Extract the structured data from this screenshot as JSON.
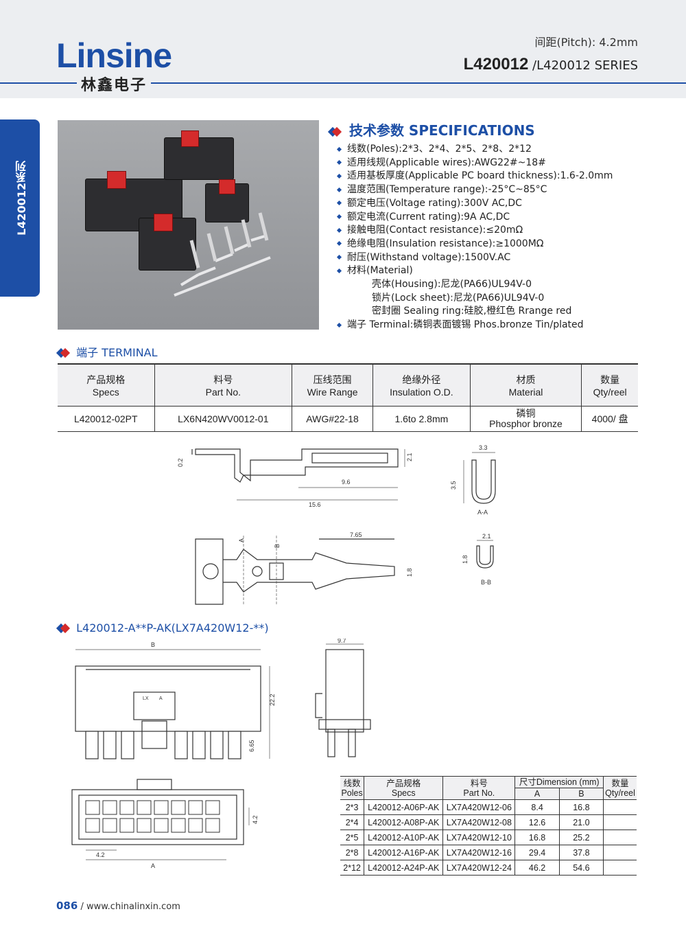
{
  "header": {
    "logo": "Linsine",
    "logo_sub": "林鑫电子",
    "pitch": "间距(Pitch): 4.2mm",
    "series_bold": "L420012",
    "series_rest": " /L420012 SERIES"
  },
  "side_tab": "L420012系列",
  "specs": {
    "title": "技术参数 SPECIFICATIONS",
    "items": [
      "线数(Poles):2*3、2*4、2*5、2*8、2*12",
      "适用线规(Applicable wires):AWG22#~18#",
      "适用基板厚度(Applicable PC board thickness):1.6-2.0mm",
      "温度范围(Temperature range):-25°C~85°C",
      "额定电压(Voltage rating):300V AC,DC",
      "额定电流(Current rating):9A AC,DC",
      "接触电阻(Contact resistance):≤20mΩ",
      "绝缘电阻(Insulation resistance):≥1000MΩ",
      "耐压(Withstand voltage):1500V.AC",
      "材料(Material)"
    ],
    "materials": [
      "壳体(Housing):尼龙(PA66)UL94V-0",
      "锁片(Lock sheet):尼龙(PA66)UL94V-0",
      "密封圈 Sealing ring:硅胶,橙红色 Rrange red"
    ],
    "terminal": "端子 Terminal:磷铜表面镀锡 Phos.bronze Tin/plated"
  },
  "terminal_section": {
    "title": "端子 TERMINAL",
    "headers": [
      [
        "产品规格",
        "Specs"
      ],
      [
        "料号",
        "Part No."
      ],
      [
        "压线范围",
        "Wire Range"
      ],
      [
        "绝缘外径",
        "Insulation O.D."
      ],
      [
        "材质",
        "Material"
      ],
      [
        "数量",
        "Qty/reel"
      ]
    ],
    "row": [
      "L420012-02PT",
      "LX6N420WV0012-01",
      "AWG#22-18",
      "1.6to 2.8mm",
      "磷铜",
      "Phosphor bronze",
      "4000/ 盘"
    ]
  },
  "terminal_dims": {
    "d1": "0.2",
    "d2": "2.1",
    "d3": "9.6",
    "d4": "15.6",
    "d5": "3.3",
    "d6": "3.5",
    "aa": "A-A",
    "d7": "7.65",
    "d8": "1.8",
    "a": "A",
    "b": "B",
    "d9": "2.1",
    "d10": "1.8",
    "bb": "B-B"
  },
  "housing_section": {
    "title": "L420012-A**P-AK(LX7A420W12-**)",
    "dims": {
      "b": "B",
      "w": "9.7",
      "h1": "22.2",
      "h2": "6.65",
      "p": "4.2",
      "p2": "4.2",
      "a": "A",
      "lx": "LX",
      "la": "A"
    }
  },
  "housing_table": {
    "headers": {
      "poles": [
        "线数",
        "Poles"
      ],
      "specs": [
        "产品规格",
        "Specs"
      ],
      "part": [
        "料号",
        "Part No."
      ],
      "dim": "尺寸Dimension (mm)",
      "a": "A",
      "b": "B",
      "qty": [
        "数量",
        "Qty/reel"
      ]
    },
    "rows": [
      [
        "2*3",
        "L420012-A06P-AK",
        "LX7A420W12-06",
        "8.4",
        "16.8",
        ""
      ],
      [
        "2*4",
        "L420012-A08P-AK",
        "LX7A420W12-08",
        "12.6",
        "21.0",
        ""
      ],
      [
        "2*5",
        "L420012-A10P-AK",
        "LX7A420W12-10",
        "16.8",
        "25.2",
        ""
      ],
      [
        "2*8",
        "L420012-A16P-AK",
        "LX7A420W12-16",
        "29.4",
        "37.8",
        ""
      ],
      [
        "2*12",
        "L420012-A24P-AK",
        "LX7A420W12-24",
        "46.2",
        "54.6",
        ""
      ]
    ]
  },
  "footer": {
    "page": "086",
    "url": "/ www.chinalinxin.com"
  }
}
